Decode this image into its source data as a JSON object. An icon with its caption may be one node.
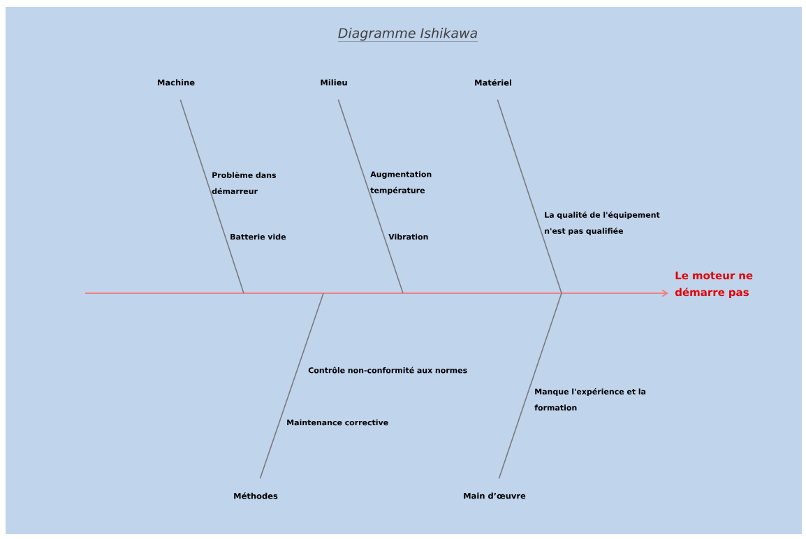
{
  "diagram": {
    "title": "Diagramme Ishikawa",
    "nodes": [
      {
        "text": [
          "Machine"
        ]
      },
      {
        "text": [
          "Milieu"
        ]
      },
      {
        "text": [
          "Matériel"
        ]
      },
      {
        "text": [
          "Le moteur ne démarre pas"
        ]
      },
      {
        "text": [
          "Méthodes"
        ]
      },
      {
        "text": [
          "Main d’œuvre"
        ]
      }
    ],
    "edges": [
      {
        "from": null,
        "to": 3,
        "arrow": "to",
        "color": "#f08080"
      },
      {
        "from": 0,
        "to": null,
        "arrow": "none"
      },
      {
        "from": 1,
        "to": null,
        "arrow": "none"
      },
      {
        "from": 2,
        "to": null,
        "arrow": "none"
      },
      {
        "from": 4,
        "to": null,
        "arrow": "none"
      },
      {
        "from": 5,
        "to": null,
        "arrow": "none"
      }
    ],
    "labels": [
      "Problème dans démarreur",
      "Augmentation température",
      "La qualité de l'équipement n'est pas qualifiée",
      "Batterie vide",
      "Vibration",
      "Contrôle non-conformité aux normes",
      "Manque l'expérience et la formation",
      "Maintenance corrective"
    ]
  }
}
